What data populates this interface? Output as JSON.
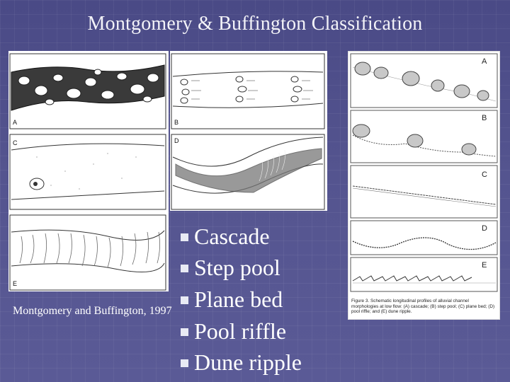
{
  "title": "Montgomery & Buffington Classification",
  "citation": "Montgomery and Buffington, 1997",
  "bullets": [
    {
      "label": "Cascade"
    },
    {
      "label": "Step pool"
    },
    {
      "label": "Plane bed"
    },
    {
      "label": "Pool riffle"
    },
    {
      "label": "Dune ripple"
    }
  ],
  "plan_view_figure": {
    "panel_labels": [
      "A",
      "B",
      "C",
      "D",
      "E"
    ]
  },
  "profile_figure": {
    "panel_labels": [
      "A",
      "B",
      "C",
      "D",
      "E"
    ],
    "caption": "Figure 3. Schematic longitudinal profiles of alluvial channel morphologies at low flow: (A) cascade; (B) step pool; (C) plane bed; (D) pool riffle; and (E) dune ripple."
  },
  "colors": {
    "background": "#4f4f8c",
    "text": "#ffffff",
    "bullet": "#e8eaf4"
  },
  "icons": {
    "bullet": "square-bullet-icon"
  }
}
